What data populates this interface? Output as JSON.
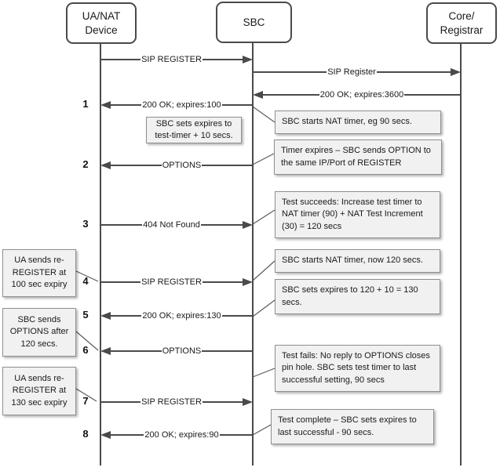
{
  "diagram": {
    "colors": {
      "line": "#4a4a4a",
      "note_background": "#f1f1f1",
      "note_border": "#8f8f8f"
    },
    "actors": [
      {
        "name": "ua-nat-device",
        "title_lines": [
          "UA/NAT",
          "Device"
        ]
      },
      {
        "name": "sbc",
        "title_lines": [
          "SBC"
        ]
      },
      {
        "name": "core-registrar",
        "title_lines": [
          "Core/",
          "Registrar"
        ]
      }
    ],
    "messages": [
      {
        "label": "SIP REGISTER",
        "from": "UA/NAT Device",
        "to": "SBC",
        "step": ""
      },
      {
        "label": "SIP Register",
        "from": "SBC",
        "to": "Core/Registrar",
        "step": ""
      },
      {
        "label": "200 OK; expires:3600",
        "from": "Core/Registrar",
        "to": "SBC",
        "step": ""
      },
      {
        "label": "200 OK; expires:100",
        "from": "SBC",
        "to": "UA/NAT Device",
        "step": "1"
      },
      {
        "label": "OPTIONS",
        "from": "SBC",
        "to": "UA/NAT Device",
        "step": "2"
      },
      {
        "label": "404 Not Found",
        "from": "UA/NAT Device",
        "to": "SBC",
        "step": "3"
      },
      {
        "label": "SIP REGISTER",
        "from": "UA/NAT Device",
        "to": "SBC",
        "step": "4"
      },
      {
        "label": "200 OK; expires:130",
        "from": "SBC",
        "to": "UA/NAT Device",
        "step": "5"
      },
      {
        "label": "OPTIONS",
        "from": "SBC",
        "to": "UA/NAT Device",
        "step": "6"
      },
      {
        "label": "SIP REGISTER",
        "from": "UA/NAT Device",
        "to": "SBC",
        "step": "7"
      },
      {
        "label": "200 OK; expires:90",
        "from": "SBC",
        "to": "UA/NAT Device",
        "step": "8"
      }
    ],
    "notes": {
      "mid": {
        "text": "SBC sets expires to test-timer + 10 secs."
      },
      "right": [
        {
          "text": "SBC starts NAT timer, eg 90 secs."
        },
        {
          "text": "Timer expires – SBC sends OPTION to the same IP/Port of REGISTER"
        },
        {
          "text": "Test succeeds: Increase test timer to NAT timer (90) + NAT Test Increment (30) = 120 secs"
        },
        {
          "text": "SBC starts NAT timer, now 120 secs."
        },
        {
          "text": "SBC sets expires to 120 + 10 = 130 secs."
        },
        {
          "text": "Test fails: No reply to OPTIONS closes pin hole. SBC sets test timer to last successful setting, 90 secs"
        },
        {
          "text": "Test complete – SBC sets expires to last successful - 90 secs."
        }
      ],
      "left": [
        {
          "text": "UA sends re-REGISTER at 100 sec expiry"
        },
        {
          "text": "SBC sends OPTIONS after 120 secs."
        },
        {
          "text": "UA sends re-REGISTER at 130 sec expiry"
        }
      ]
    }
  }
}
